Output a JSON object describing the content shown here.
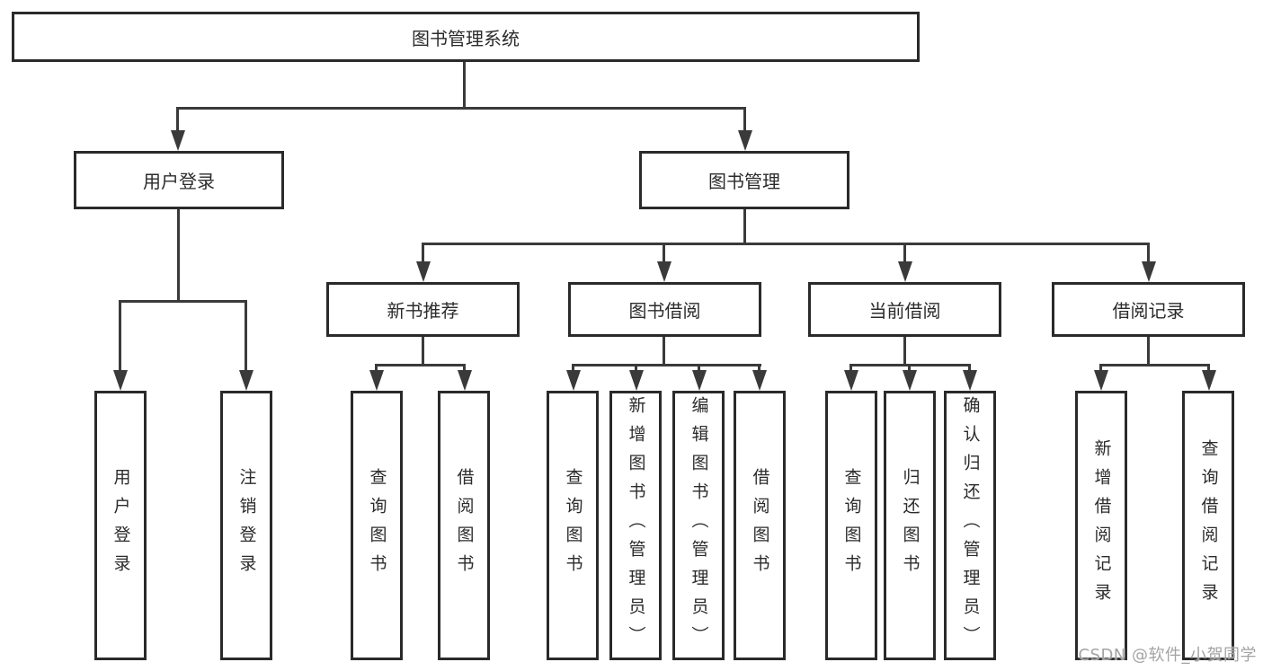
{
  "tree": {
    "label": "图书管理系统",
    "children": [
      {
        "label": "用户登录",
        "children": [
          {
            "label": "用户登录"
          },
          {
            "label": "注销登录"
          }
        ]
      },
      {
        "label": "图书管理",
        "children": [
          {
            "label": "新书推荐",
            "children": [
              {
                "label": "查询图书"
              },
              {
                "label": "借阅图书"
              }
            ]
          },
          {
            "label": "图书借阅",
            "children": [
              {
                "label": "查询图书"
              },
              {
                "label": "新增图书（管理员）"
              },
              {
                "label": "编辑图书（管理员）"
              },
              {
                "label": "借阅图书"
              }
            ]
          },
          {
            "label": "当前借阅",
            "children": [
              {
                "label": "查询图书"
              },
              {
                "label": "归还图书"
              },
              {
                "label": "确认归还（管理员）"
              }
            ]
          },
          {
            "label": "借阅记录",
            "children": [
              {
                "label": "新增借阅记录"
              },
              {
                "label": "查询借阅记录"
              }
            ]
          }
        ]
      }
    ]
  },
  "watermark": {
    "text": "CSDN @软件_小贺同学"
  },
  "colors": {
    "line": "#3a3a3a",
    "box_border": "#2a2a2a",
    "text": "#2b2b2b",
    "watermark": "#a3a3a3",
    "background": "#ffffff"
  }
}
